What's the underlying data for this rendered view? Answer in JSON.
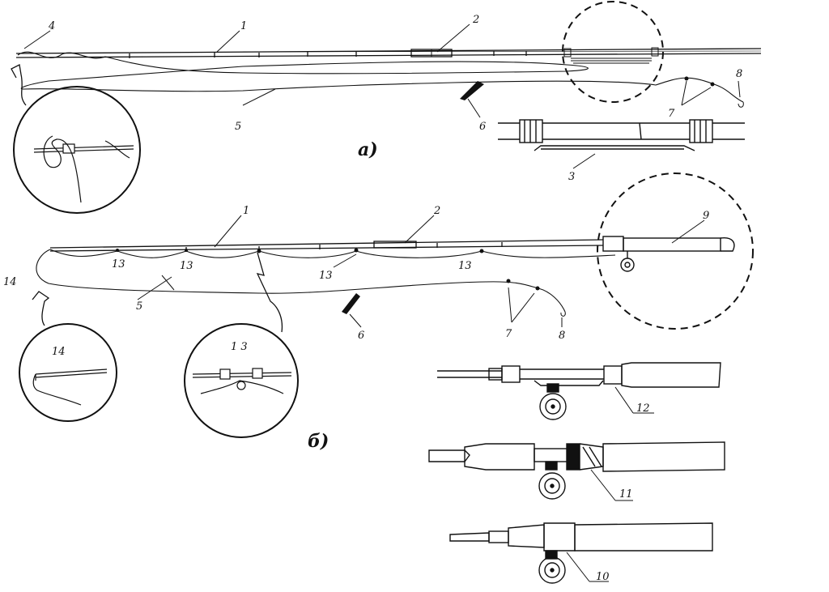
{
  "section_a": {
    "label": "а)"
  },
  "section_b": {
    "label": "б)"
  },
  "a_labels": {
    "rod": "1",
    "ferrule": "2",
    "reel_clip": "3",
    "tip_tie": "4",
    "line": "5",
    "float": "6",
    "sinkers": "7",
    "hook": "8"
  },
  "b_labels": {
    "rod": "1",
    "ferrule": "2",
    "line": "5",
    "float": "6",
    "sinkers": "7",
    "hook": "8",
    "reel": "9",
    "reel_seat_10": "10",
    "reel_seat_11": "11",
    "reel_seat_12": "12",
    "guide_1": "13",
    "guide_2": "13",
    "guide_3": "13",
    "guide_4": "13",
    "tip_ring": "14",
    "inset_guide": "1 3",
    "inset_tip": "14"
  },
  "colors": {
    "ink": "#111111",
    "background": "#ffffff"
  }
}
